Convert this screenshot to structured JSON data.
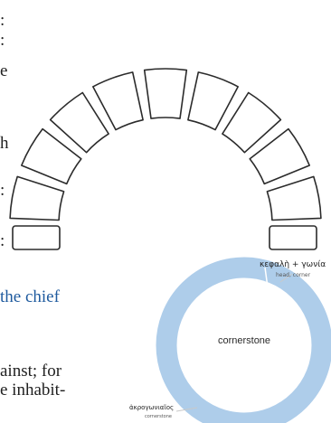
{
  "text_fragments": {
    "left_edge": [
      ":",
      ":",
      "e",
      "h",
      ":",
      ":"
    ],
    "line_chief": "the chief",
    "line_against": "ainst; for",
    "line_inhabit": "e inhabit-"
  },
  "diagram": {
    "top_label_greek": "κεφαλὴ + γωνία",
    "top_label_en": "head, corner",
    "center_label": "cornerstone",
    "bottom_label_greek": "ἀκρογωνιαῖος",
    "bottom_label_en": "cornerstone"
  },
  "colors": {
    "ring": "#aecdea",
    "stone_stroke": "#2b2b2b",
    "accent_text": "#1e5a9e"
  }
}
